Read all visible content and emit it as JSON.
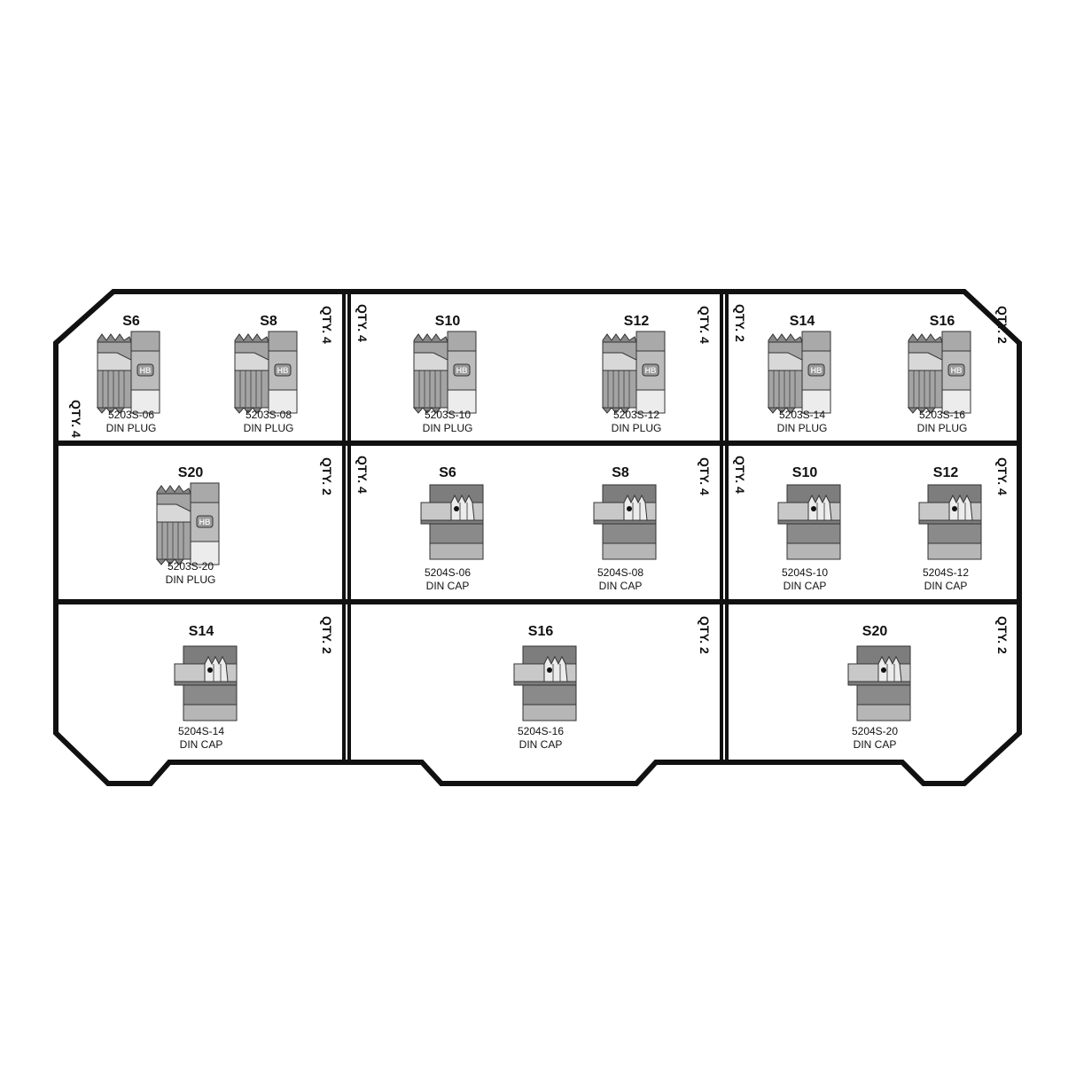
{
  "compartments": [
    {
      "items": [
        {
          "size": "S6",
          "part": "5203S-06",
          "kind": "DIN PLUG",
          "icon": "din-plug-icon"
        },
        {
          "size": "S8",
          "part": "5203S-08",
          "kind": "DIN PLUG",
          "icon": "din-plug-icon"
        }
      ],
      "qty": [
        {
          "text": "QTY. 4",
          "side": "left"
        },
        {
          "text": "QTY. 4",
          "side": "right"
        }
      ]
    },
    {
      "items": [
        {
          "size": "S10",
          "part": "5203S-10",
          "kind": "DIN PLUG",
          "icon": "din-plug-icon"
        },
        {
          "size": "S12",
          "part": "5203S-12",
          "kind": "DIN PLUG",
          "icon": "din-plug-icon"
        }
      ],
      "qty": [
        {
          "text": "QTY. 4",
          "side": "left"
        },
        {
          "text": "QTY. 4",
          "side": "right"
        }
      ]
    },
    {
      "items": [
        {
          "size": "S14",
          "part": "5203S-14",
          "kind": "DIN PLUG",
          "icon": "din-plug-icon"
        },
        {
          "size": "S16",
          "part": "5203S-16",
          "kind": "DIN PLUG",
          "icon": "din-plug-icon"
        }
      ],
      "qty": [
        {
          "text": "QTY. 2",
          "side": "left"
        },
        {
          "text": "QTY. 2",
          "side": "right"
        }
      ]
    },
    {
      "items": [
        {
          "size": "S20",
          "part": "5203S-20",
          "kind": "DIN PLUG",
          "icon": "din-plug-icon"
        }
      ],
      "qty": [
        {
          "text": "QTY. 2",
          "side": "right"
        }
      ]
    },
    {
      "items": [
        {
          "size": "S6",
          "part": "5204S-06",
          "kind": "DIN CAP",
          "icon": "din-cap-icon"
        },
        {
          "size": "S8",
          "part": "5204S-08",
          "kind": "DIN CAP",
          "icon": "din-cap-icon"
        }
      ],
      "qty": [
        {
          "text": "QTY. 4",
          "side": "left"
        },
        {
          "text": "QTY. 4",
          "side": "right"
        }
      ]
    },
    {
      "items": [
        {
          "size": "S10",
          "part": "5204S-10",
          "kind": "DIN CAP",
          "icon": "din-cap-icon"
        },
        {
          "size": "S12",
          "part": "5204S-12",
          "kind": "DIN CAP",
          "icon": "din-cap-icon"
        }
      ],
      "qty": [
        {
          "text": "QTY. 4",
          "side": "left"
        },
        {
          "text": "QTY. 4",
          "side": "right"
        }
      ]
    },
    {
      "items": [
        {
          "size": "S14",
          "part": "5204S-14",
          "kind": "DIN CAP",
          "icon": "din-cap-icon"
        }
      ],
      "qty": [
        {
          "text": "QTY. 2",
          "side": "right"
        }
      ]
    },
    {
      "items": [
        {
          "size": "S16",
          "part": "5204S-16",
          "kind": "DIN CAP",
          "icon": "din-cap-icon"
        }
      ],
      "qty": [
        {
          "text": "QTY. 2",
          "side": "right"
        }
      ]
    },
    {
      "items": [
        {
          "size": "S20",
          "part": "5204S-20",
          "kind": "DIN CAP",
          "icon": "din-cap-icon"
        }
      ],
      "qty": [
        {
          "text": "QTY. 2",
          "side": "right"
        }
      ]
    }
  ],
  "colors": {
    "outline": "#111111",
    "metal_dark": "#7d7d7d",
    "metal_mid": "#a9a9a9",
    "metal_light": "#d4d4d4",
    "metal_white": "#ececec"
  }
}
